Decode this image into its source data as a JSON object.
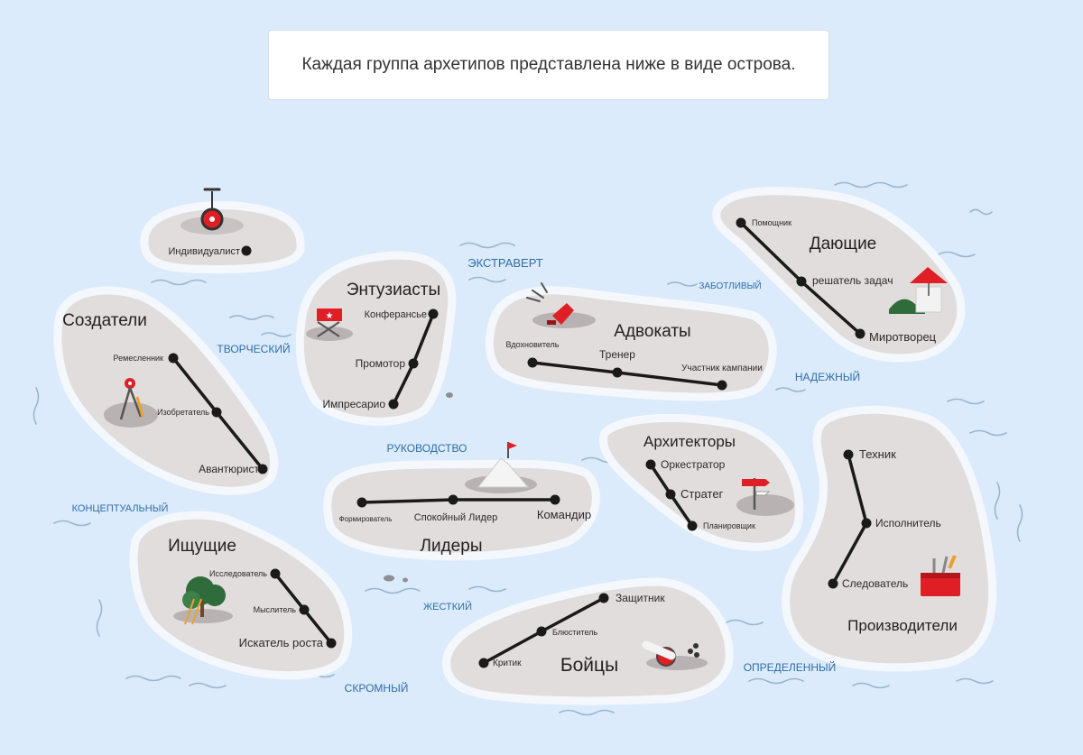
{
  "header": {
    "text": "Каждая группа архетипов представлена ниже в виде острова."
  },
  "colors": {
    "island": "#e2dddd",
    "island_rim": "#f4f8fc",
    "water": "#dcebfb",
    "wave": "#9ab6d2",
    "trait": "#2f6da8",
    "accent": "#e01e26"
  },
  "islands": [
    {
      "id": "individualists",
      "title": "",
      "icon": "unicycle-icon",
      "members": [
        "Индивидуалист"
      ]
    },
    {
      "id": "enthusiasts",
      "title": "Энтузиасты",
      "icon": "director-chair-icon",
      "members": [
        "Конферансье",
        "Промотор",
        "Импресарио"
      ]
    },
    {
      "id": "advocates",
      "title": "Адвокаты",
      "icon": "megaphone-icon",
      "members": [
        "Вдохновитель",
        "Тренер",
        "Участник кампании"
      ]
    },
    {
      "id": "givers",
      "title": "Дающие",
      "icon": "wishing-well-icon",
      "members": [
        "Помощник",
        "решатель задач",
        "Миротворец"
      ]
    },
    {
      "id": "creators",
      "title": "Создатели",
      "icon": "compass-icon",
      "members": [
        "Ремесленник",
        "Изобретатель",
        "Авантюрист"
      ]
    },
    {
      "id": "leaders",
      "title": "Лидеры",
      "icon": "mountain-flag-icon",
      "members": [
        "Формирователь",
        "Спокойный Лидер",
        "Командир"
      ]
    },
    {
      "id": "architects",
      "title": "Архитекторы",
      "icon": "signpost-icon",
      "members": [
        "Оркестратор",
        "Стратег",
        "Планировщик"
      ]
    },
    {
      "id": "producers",
      "title": "Производители",
      "icon": "toolbox-icon",
      "members": [
        "Техник",
        "Исполнитель",
        "Следователь"
      ]
    },
    {
      "id": "seekers",
      "title": "Ищущие",
      "icon": "tree-ladder-icon",
      "members": [
        "Исследователь",
        "Мыслитель",
        "Искатель роста"
      ]
    },
    {
      "id": "fighters",
      "title": "Бойцы",
      "icon": "cannon-icon",
      "members": [
        "Защитник",
        "Блюститель",
        "Критик"
      ]
    }
  ],
  "traits": [
    "ЭКСТРАВЕРТ",
    "ЗАБОТЛИВЫЙ",
    "ТВОРЧЕСКИЙ",
    "НАДЕЖНЫЙ",
    "РУКОВОДСТВО",
    "КОНЦЕПТУАЛЬНЫЙ",
    "ЖЕСТКИЙ",
    "ОПРЕДЕЛЕННЫЙ",
    "СКРОМНЫЙ"
  ]
}
